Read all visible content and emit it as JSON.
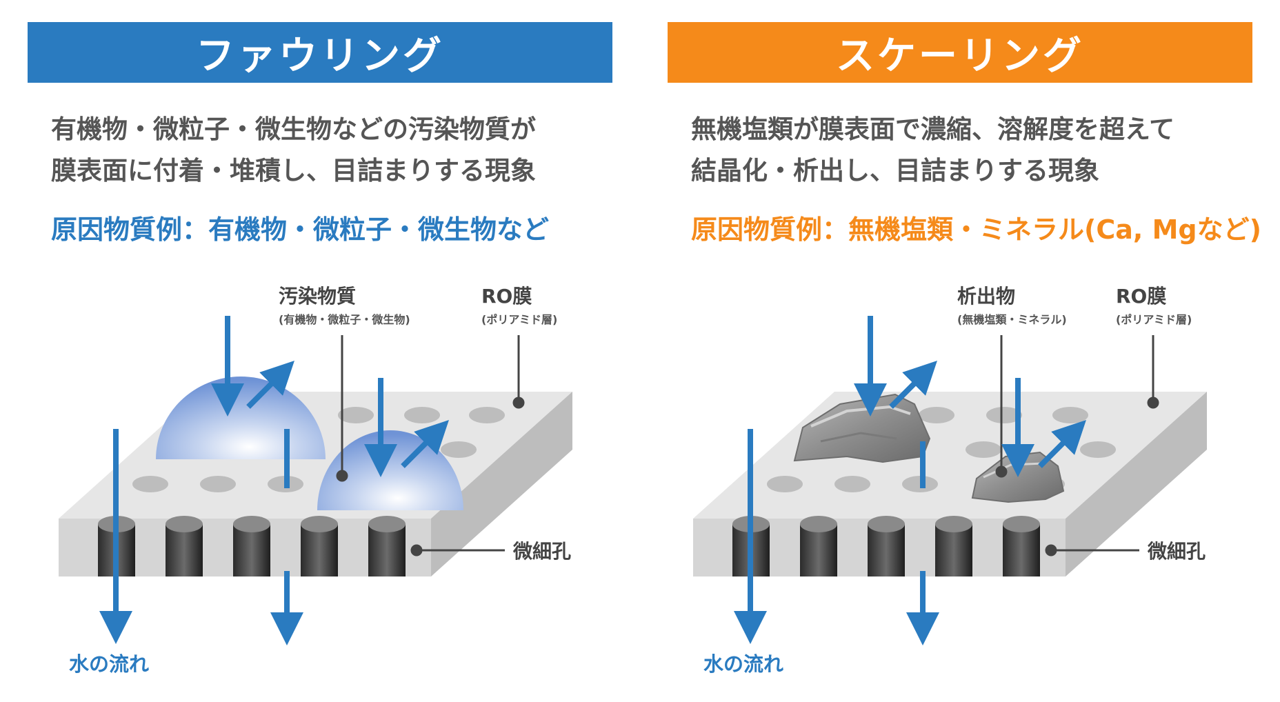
{
  "colors": {
    "fouling_accent": "#2a7bc0",
    "scaling_accent": "#f58a1a",
    "arrow": "#2a7bc0",
    "membrane_top": "#e6e6e6",
    "membrane_front": "#d5d5d5",
    "membrane_side": "#bdbdbd",
    "pore": "#bdbdbd"
  },
  "fouling": {
    "title": "ファウリング",
    "description_line1": "有機物・微粒子・微生物などの汚染物質が",
    "description_line2": "膜表面に付着・堆積し、目詰まりする現象",
    "cause": "原因物質例：有機物・微粒子・微生物など",
    "label_deposit": "汚染物質",
    "label_deposit_sub": "(有機物・微粒子・微生物)",
    "label_membrane": "RO膜",
    "label_membrane_sub": "(ポリアミド層)",
    "label_pore": "微細孔",
    "label_flow": "水の流れ",
    "deposit_icon": "dome-deposit-icon"
  },
  "scaling": {
    "title": "スケーリング",
    "description_line1": "無機塩類が膜表面で濃縮、溶解度を超えて",
    "description_line2": "結晶化・析出し、目詰まりする現象",
    "cause": "原因物質例：無機塩類・ミネラル(Ca, Mgなど)",
    "label_deposit": "析出物",
    "label_deposit_sub": "(無機塩類・ミネラル)",
    "label_membrane": "RO膜",
    "label_membrane_sub": "(ポリアミド層)",
    "label_pore": "微細孔",
    "label_flow": "水の流れ",
    "deposit_icon": "rock-deposit-icon"
  }
}
